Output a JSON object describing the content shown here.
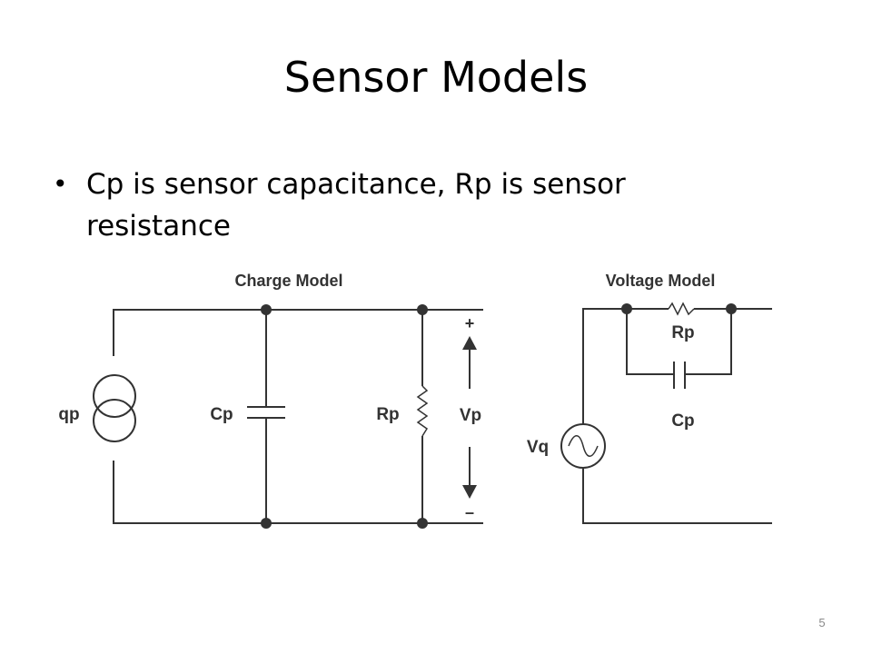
{
  "slide": {
    "title": "Sensor Models",
    "bullet": "Cp is sensor capacitance, Rp is sensor resistance",
    "page_number": "5"
  },
  "charge_model": {
    "title": "Charge Model",
    "source_label": "qp",
    "capacitor_label": "Cp",
    "resistor_label": "Rp",
    "voltage_label": "Vp",
    "plus_sign": "+",
    "minus_sign": "–"
  },
  "voltage_model": {
    "title": "Voltage Model",
    "source_label": "Vq",
    "resistor_label": "Rp",
    "capacitor_label": "Cp"
  },
  "colors": {
    "wire": "#333333",
    "text": "#000000"
  }
}
